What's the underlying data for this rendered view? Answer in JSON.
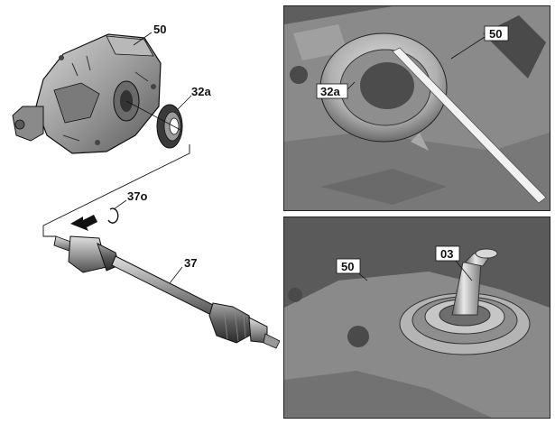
{
  "callouts": {
    "housing": "50",
    "seal": "32a",
    "circlip": "37o",
    "axle_shaft": "37",
    "tool": "03"
  },
  "colors": {
    "metal_light": "#c9c9c9",
    "metal_mid": "#9a9a9a",
    "metal_dark": "#4a4a4a",
    "outline": "#111111",
    "photo_bg": "#6c6c6c"
  }
}
